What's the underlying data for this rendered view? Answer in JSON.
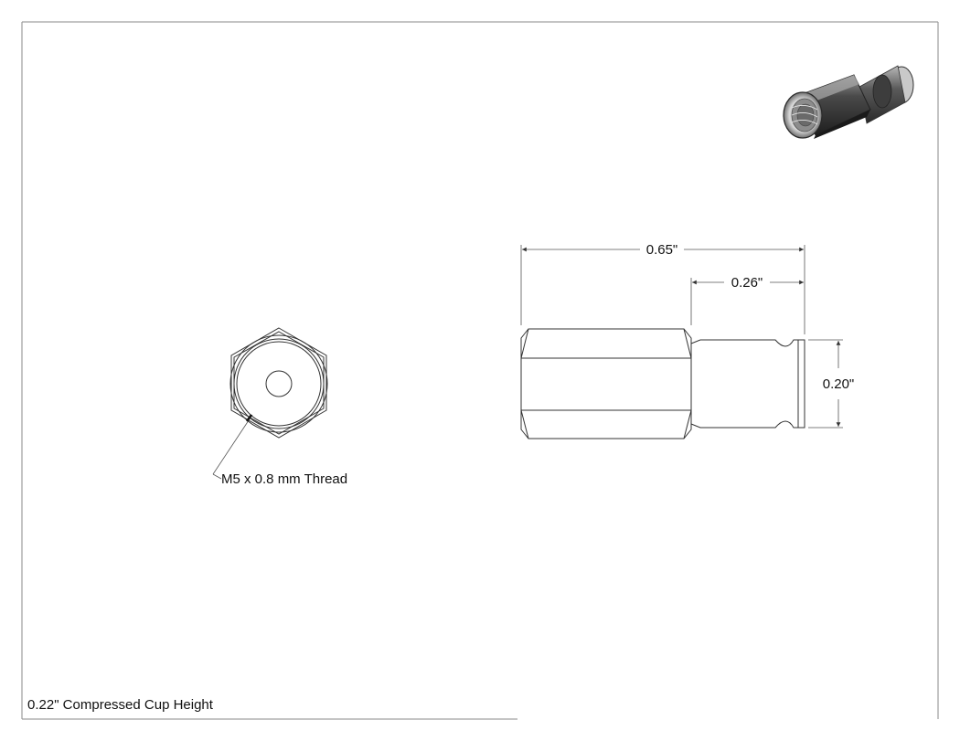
{
  "drawing": {
    "dimensions": {
      "overall_length": "0.65\"",
      "cup_length": "0.26\"",
      "cup_height": "0.20\""
    },
    "thread_callout": "M5 x 0.8 mm Thread",
    "footer_note": "0.22\" Compressed Cup Height",
    "colors": {
      "line": "#333333",
      "dimension": "#555555",
      "border": "#8a8a8a",
      "iso_body": "#3a3a3a"
    }
  }
}
